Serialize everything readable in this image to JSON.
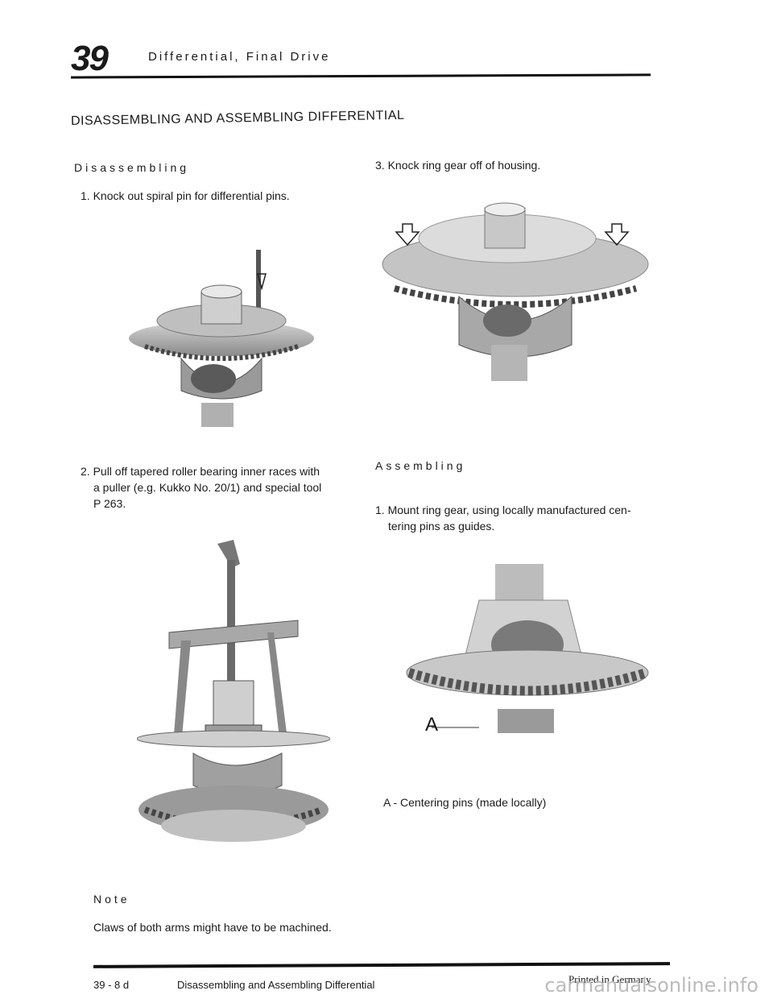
{
  "header": {
    "chapter_number": "39",
    "chapter_title": "Differential, Final Drive"
  },
  "main_heading": "DISASSEMBLING AND ASSEMBLING DIFFERENTIAL",
  "left": {
    "subhead": "Disassembling",
    "step1": "1. Knock out spiral pin for differential pins.",
    "step2_line1": "2. Pull off tapered roller bearing inner races with",
    "step2_line2": "a puller (e.g. Kukko No. 20/1) and special tool",
    "step2_line3": "P 263.",
    "note_title": "Note",
    "note_text": "Claws of both arms might have to be machined."
  },
  "right": {
    "step3": "3. Knock ring gear off of housing.",
    "subhead": "Assembling",
    "step1_line1": "1. Mount ring gear, using locally manufactured cen-",
    "step1_line2": "tering pins as guides.",
    "fig_label_a": "A",
    "legend": "A  -  Centering pins (made locally)"
  },
  "footer": {
    "page": "39 - 8 d",
    "title": "Disassembling and Assembling Differential",
    "printed": "Printed in Germany"
  },
  "watermark": "carmanualsonline.info"
}
